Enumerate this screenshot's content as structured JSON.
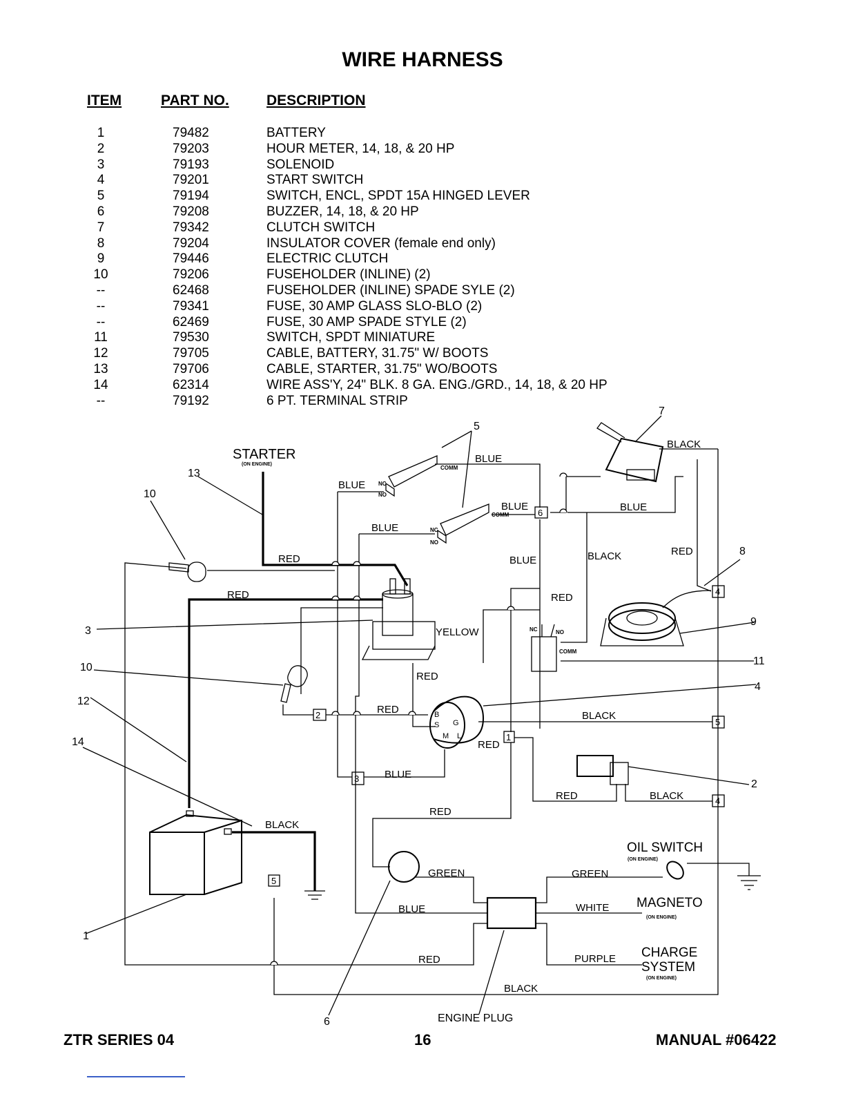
{
  "title": "WIRE HARNESS",
  "headers": {
    "item": "ITEM",
    "part_no": "PART NO.",
    "description": "DESCRIPTION"
  },
  "parts": [
    {
      "item": "1",
      "part": "79482",
      "desc": "BATTERY"
    },
    {
      "item": "2",
      "part": "79203",
      "desc": "HOUR METER, 14, 18, & 20 HP"
    },
    {
      "item": "3",
      "part": "79193",
      "desc": "SOLENOID"
    },
    {
      "item": "4",
      "part": "79201",
      "desc": "START SWITCH"
    },
    {
      "item": "5",
      "part": "79194",
      "desc": "SWITCH, ENCL, SPDT 15A HINGED LEVER"
    },
    {
      "item": "6",
      "part": "79208",
      "desc": "BUZZER, 14, 18, & 20 HP"
    },
    {
      "item": "7",
      "part": "79342",
      "desc": "CLUTCH SWITCH"
    },
    {
      "item": "8",
      "part": "79204",
      "desc": "INSULATOR COVER (female end only)"
    },
    {
      "item": "9",
      "part": "79446",
      "desc": "ELECTRIC CLUTCH"
    },
    {
      "item": "10",
      "part": "79206",
      "desc": "FUSEHOLDER (INLINE)  (2)"
    },
    {
      "item": "--",
      "part": "62468",
      "desc": "FUSEHOLDER (INLINE) SPADE SYLE (2)"
    },
    {
      "item": "--",
      "part": "79341",
      "desc": "FUSE, 30 AMP GLASS SLO-BLO  (2)"
    },
    {
      "item": "--",
      "part": "62469",
      "desc": "FUSE, 30 AMP SPADE STYLE (2)"
    },
    {
      "item": "11",
      "part": "79530",
      "desc": "SWITCH, SPDT MINIATURE"
    },
    {
      "item": "12",
      "part": "79705",
      "desc": "CABLE, BATTERY, 31.75\" W/ BOOTS"
    },
    {
      "item": "13",
      "part": "79706",
      "desc": "CABLE, STARTER, 31.75\" WO/BOOTS"
    },
    {
      "item": "14",
      "part": "62314",
      "desc": "WIRE ASS'Y, 24\" BLK. 8 GA. ENG./GRD., 14, 18, & 20 HP"
    },
    {
      "item": "--",
      "part": "79192",
      "desc": "6 PT. TERMINAL STRIP"
    }
  ],
  "diagram": {
    "callouts": [
      "1",
      "2",
      "3",
      "4",
      "5",
      "6",
      "7",
      "8",
      "9",
      "10",
      "10",
      "11",
      "12",
      "13",
      "14"
    ],
    "component_labels": {
      "starter": "STARTER",
      "starter_note": "(ON ENGINE)",
      "oil_switch": "OIL SWITCH",
      "oil_note": "(ON ENGINE)",
      "magneto": "MAGNETO",
      "magneto_note": "(ON ENGINE)",
      "charge": "CHARGE",
      "system": "SYSTEM",
      "charge_note": "(ON ENGINE)",
      "engine_plug": "ENGINE PLUG"
    },
    "switch_pins": {
      "nc": "NC",
      "no": "NO",
      "comm": "COMM"
    },
    "start_switch_pins": {
      "b": "B",
      "s": "S",
      "m": "M",
      "l": "L",
      "g": "G"
    },
    "terminals": [
      "1",
      "2",
      "3",
      "4",
      "4",
      "5",
      "5",
      "6"
    ],
    "wire_labels": {
      "blue": "BLUE",
      "black": "BLACK",
      "red": "RED",
      "yellow": "YELLOW",
      "green": "GREEN",
      "white": "WHITE",
      "purple": "PURPLE"
    },
    "colors": {
      "line": "#000000"
    }
  },
  "footer": {
    "left": "ZTR SERIES 04",
    "center": "16",
    "right": "MANUAL #06422"
  }
}
